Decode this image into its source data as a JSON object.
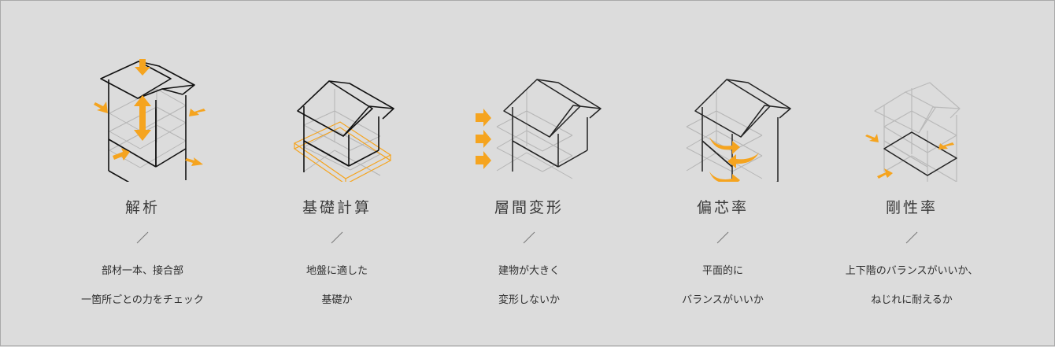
{
  "accent_color": "#f5a41f",
  "background_color": "#dcdcdc",
  "items": [
    {
      "title": "解析",
      "icon": "house-load-analysis-icon",
      "line1": "部材一本、接合部",
      "line2": "一箇所ごとの力をチェック"
    },
    {
      "title": "基礎計算",
      "icon": "house-foundation-icon",
      "line1": "地盤に適した",
      "line2": "基礎か"
    },
    {
      "title": "層間変形",
      "icon": "house-lateral-force-icon",
      "line1": "建物が大きく",
      "line2": "変形しないか"
    },
    {
      "title": "偏芯率",
      "icon": "house-torsion-icon",
      "line1": "平面的に",
      "line2": "バランスがいいか"
    },
    {
      "title": "剛性率",
      "icon": "house-floor-stiffness-icon",
      "line1": "上下階のバランスがいいか、",
      "line2": "ねじれに耐えるか"
    }
  ]
}
